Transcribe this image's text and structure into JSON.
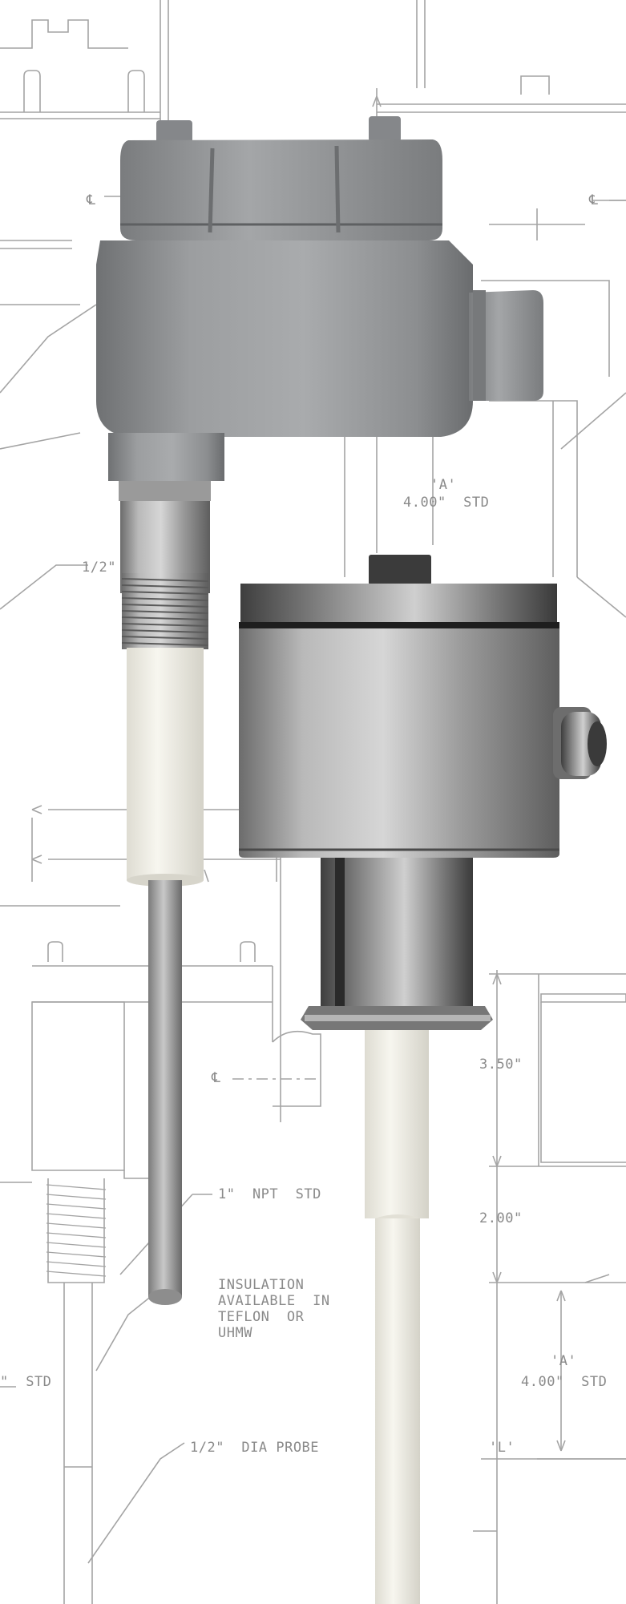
{
  "labels": {
    "a_top": "'A'",
    "a_top_std": "4.00\"  STD",
    "half_top": "1/2\"",
    "npt_top": "1\"  NPT  STD",
    "insulation_1": "INSULATION",
    "insulation_2": "AVAILABLE  IN",
    "insulation_3": "TEFLON  OR",
    "insulation_4": "UHMW",
    "std_left": "\"  STD",
    "dia_probe": "1/2\"  DIA PROBE",
    "dim_350": "3.50\"",
    "dim_200": "2.00\"",
    "a_bottom": "'A'",
    "a_bottom_std": "4.00\"  STD",
    "l_dim": "'L'",
    "centerline": "℄"
  },
  "colors": {
    "line": "#9a9a9a",
    "gray_housing": "#8e9092",
    "steel": "#a8a8a8",
    "ptfe": "#f2f1ea"
  }
}
